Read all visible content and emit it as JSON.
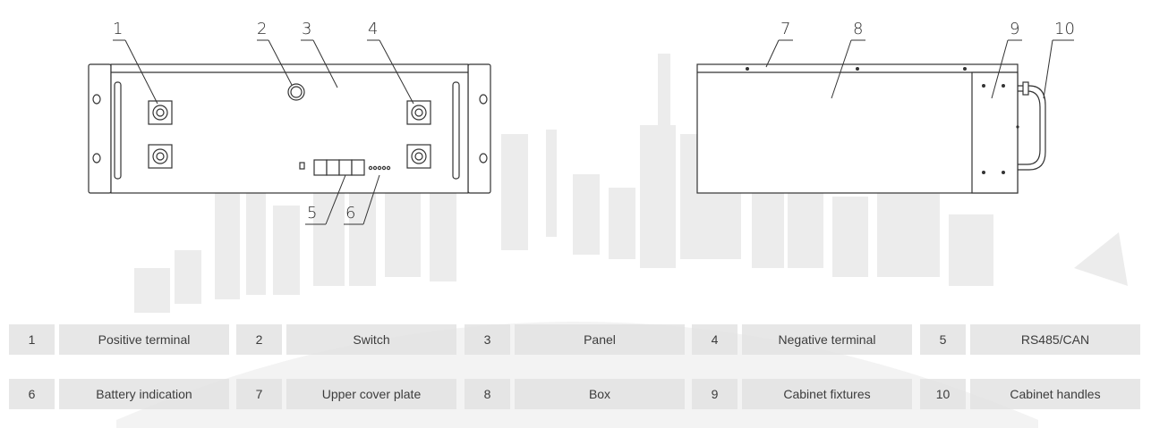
{
  "callouts": {
    "front": [
      "1",
      "2",
      "3",
      "4",
      "5",
      "6"
    ],
    "side": [
      "7",
      "8",
      "9",
      "10"
    ]
  },
  "legend": [
    [
      {
        "num": "1",
        "name": "Positive terminal"
      },
      {
        "num": "2",
        "name": "Switch"
      },
      {
        "num": "3",
        "name": "Panel"
      },
      {
        "num": "4",
        "name": "Negative terminal"
      },
      {
        "num": "5",
        "name": "RS485/CAN"
      }
    ],
    [
      {
        "num": "6",
        "name": "Battery indication"
      },
      {
        "num": "7",
        "name": "Upper cover plate"
      },
      {
        "num": "8",
        "name": "Box"
      },
      {
        "num": "9",
        "name": "Cabinet fixtures"
      },
      {
        "num": "10",
        "name": "Cabinet handles"
      }
    ]
  ],
  "colors": {
    "line": "#333333",
    "watermark": "#e6e6e6",
    "cell_bg": "#e1e1e1",
    "text": "#3c3c3c"
  }
}
